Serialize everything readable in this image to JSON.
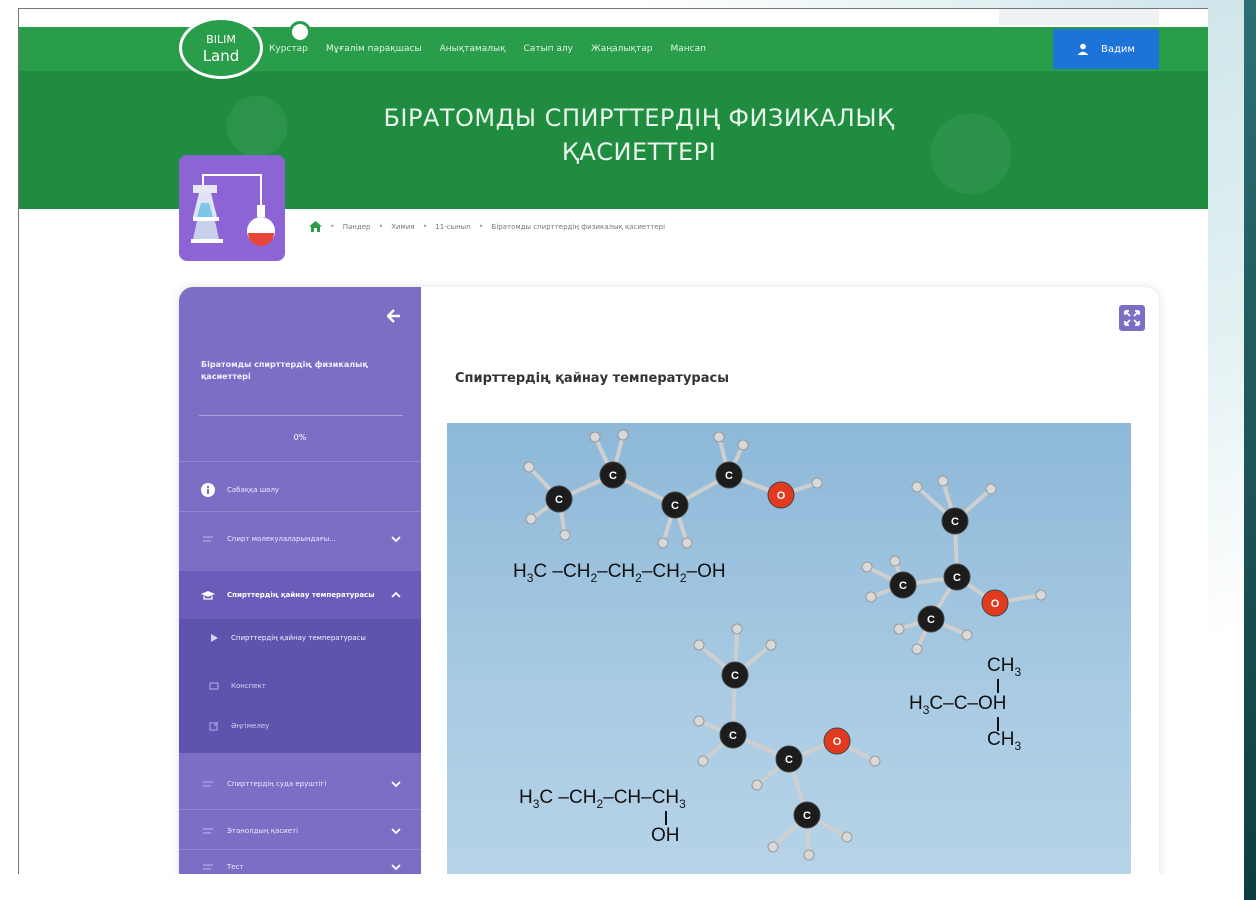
{
  "header": {
    "logo_line1": "BILIM",
    "logo_line2": "Land",
    "menu": [
      "Курстар",
      "Мұғалім парақшасы",
      "Анықтамалық",
      "Сатып алу",
      "Жаңалықтар",
      "Мансап"
    ],
    "user_name": "Вадим"
  },
  "banner": {
    "title_line1": "БІРАТОМДЫ СПИРТТЕРДІҢ ФИЗИКАЛЫҚ",
    "title_line2": "ҚАСИЕТТЕРІ"
  },
  "breadcrumb": [
    "Пәндер",
    "Химия",
    "11-сынып",
    "Біратомды спирттердің физикалық қасиеттері"
  ],
  "sidebar": {
    "title": "Біратомды спирттердің физикалық қасиеттері",
    "progress": "0%",
    "overview": "Сабаққа шолу",
    "sections": [
      {
        "label": "Спирт молекулаларындағы..."
      },
      {
        "label": "Спирттердің қайнау температурасы"
      },
      {
        "label": "Спирттердің суда еруштігі"
      },
      {
        "label": "Этанолдың қасиеті"
      },
      {
        "label": "Тест"
      }
    ],
    "sub_items": [
      {
        "label": "Спирттердің қайнау температурасы"
      },
      {
        "label": "Конспект"
      },
      {
        "label": "Әңгімелеу"
      }
    ]
  },
  "content": {
    "title": "Спирттердің қайнау температурасы"
  },
  "figure": {
    "atom_label_carbon": "C",
    "atom_label_oxygen": "O",
    "formula1": {
      "a": "H",
      "a_sub": "3",
      "b": "C –CH",
      "b_sub": "2",
      "c": "–CH",
      "c_sub": "2",
      "d": "–CH",
      "d_sub": "2",
      "e": "–OH"
    },
    "formula2": {
      "top": "CH",
      "top_sub": "3",
      "left": "H",
      "left_sub": "3",
      "mid": "C–C–OH",
      "bottom": "CH",
      "bottom_sub": "3"
    },
    "formula3": {
      "a": "H",
      "a_sub": "3",
      "b": "C –CH",
      "b_sub": "2",
      "c": "–CH–CH",
      "c_sub": "3",
      "below": "OH"
    }
  },
  "colors": {
    "nav_green": "#2a9d4a",
    "banner_green": "#1f8c3f",
    "sidebar_purple": "#7b6ec4",
    "user_blue": "#1e73d8",
    "badge_purple": "#8c64d6",
    "oxygen_red": "#e23a1e"
  },
  "icons": {
    "home": "home-icon",
    "user": "user-icon",
    "back": "arrow-left-icon",
    "info": "info-icon",
    "fullscreen": "expand-icon"
  }
}
